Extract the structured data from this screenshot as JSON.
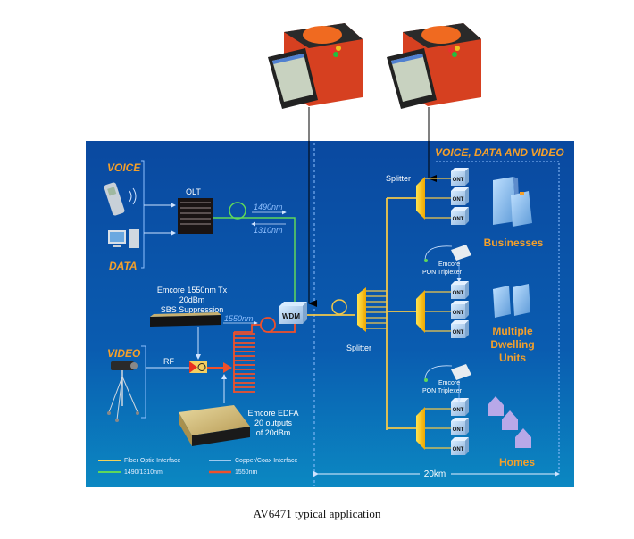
{
  "caption": "AV6471 typical application",
  "top_devices": [
    {
      "name": "fusion-splicer-left"
    },
    {
      "name": "fusion-splicer-right"
    }
  ],
  "left": {
    "voice_label": "VOICE",
    "data_label": "DATA",
    "video_label": "VIDEO",
    "olt_label": "OLT",
    "wavelength_down": "1490nm",
    "wavelength_up": "1310nm",
    "tx_label_line1": "Emcore 1550nm Tx",
    "tx_label_line2": "20dBm",
    "tx_label_line3": "SBS Suppression",
    "wavelength_video": "1550nm",
    "rf_label": "RF",
    "edfa_line1": "Emcore EDFA",
    "edfa_line2": "20 outputs",
    "edfa_line3": "of 20dBm",
    "wdm_label": "WDM"
  },
  "right": {
    "heading": "VOICE, DATA AND VIDEO",
    "splitter_top_label": "Splitter",
    "splitter_main_label": "Splitter",
    "ont_label": "ONT",
    "triplexer_line1": "Emcore",
    "triplexer_line2": "PON Triplexer",
    "groups": [
      {
        "label_lines": [
          "Businesses"
        ]
      },
      {
        "label_lines": [
          "Multiple",
          "Dwelling",
          "Units"
        ]
      },
      {
        "label_lines": [
          "Homes"
        ]
      }
    ],
    "distance_label": "20km"
  },
  "legend": [
    {
      "label": "Fiber Optic Interface",
      "color": "#f2d35a"
    },
    {
      "label": "1490/1310nm",
      "color": "#5fd85a"
    },
    {
      "label": "Copper/Coax Interface",
      "color": "#cfe3ff"
    },
    {
      "label": "1550nm",
      "color": "#f0502a"
    }
  ],
  "colors": {
    "background_top": "#0a4aa0",
    "background_bottom": "#0b84c0",
    "fiber": "#f2c84a",
    "green": "#5fd85a",
    "orange": "#f0502a",
    "accent_text": "#f5a02a",
    "splitter": "#ffcc10"
  }
}
